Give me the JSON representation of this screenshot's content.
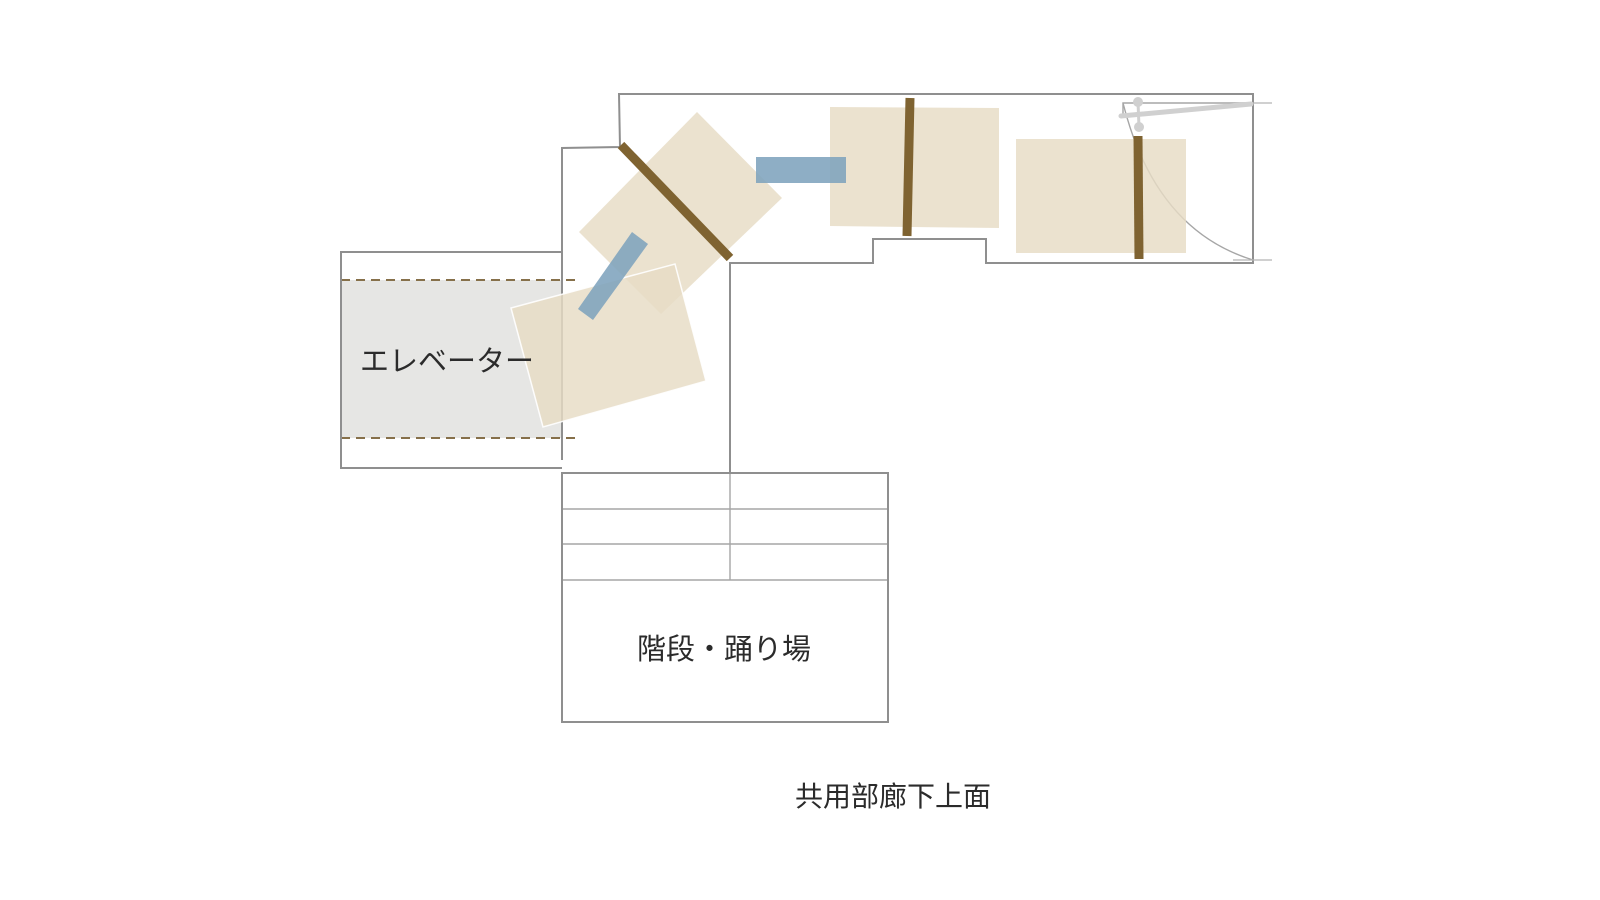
{
  "diagram": {
    "caption": "共用部廊下上面",
    "labels": {
      "elevator": "エレベーター",
      "stairs": "階段・踊り場"
    },
    "colors": {
      "wall": "#8f8f8f",
      "elevator_fill": "#e6e6e4",
      "elevator_rail": "#86704a",
      "panel": "#e7dcc5",
      "beam": "#7f6331",
      "blue_panel": "#7ea3bd",
      "door": "#d0d0d0",
      "text": "#2b2b2b"
    },
    "icons": {
      "door_swing": "door-swing-icon",
      "door_handle": "door-handle-icon"
    }
  }
}
